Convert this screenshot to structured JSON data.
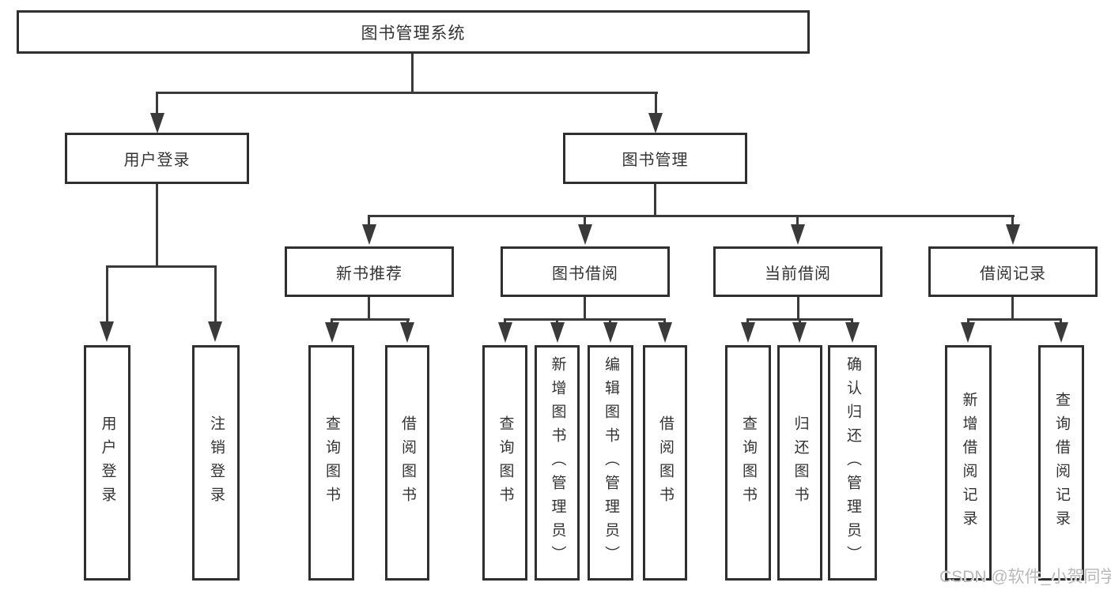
{
  "tree": {
    "root": {
      "label": "图书管理系统"
    },
    "children": [
      {
        "label": "用户登录",
        "children": [
          {
            "label": "用户登录"
          },
          {
            "label": "注销登录"
          }
        ]
      },
      {
        "label": "图书管理",
        "children": [
          {
            "label": "新书推荐",
            "children": [
              {
                "label": "查询图书"
              },
              {
                "label": "借阅图书"
              }
            ]
          },
          {
            "label": "图书借阅",
            "children": [
              {
                "label": "查询图书"
              },
              {
                "label": "新增图书（管理员）"
              },
              {
                "label": "编辑图书（管理员）"
              },
              {
                "label": "借阅图书"
              }
            ]
          },
          {
            "label": "当前借阅",
            "children": [
              {
                "label": "查询图书"
              },
              {
                "label": "归还图书"
              },
              {
                "label": "确认归还（管理员）"
              }
            ]
          },
          {
            "label": "借阅记录",
            "children": [
              {
                "label": "新增借阅记录"
              },
              {
                "label": "查询借阅记录"
              }
            ]
          }
        ]
      }
    ]
  },
  "watermark": {
    "text": "CSDN @软件_小贺同学"
  },
  "colors": {
    "line": "#3a3a3a",
    "border": "#2f2f2f",
    "text": "#333333",
    "background": "#ffffff",
    "watermark_color": "#b9b9b9"
  }
}
